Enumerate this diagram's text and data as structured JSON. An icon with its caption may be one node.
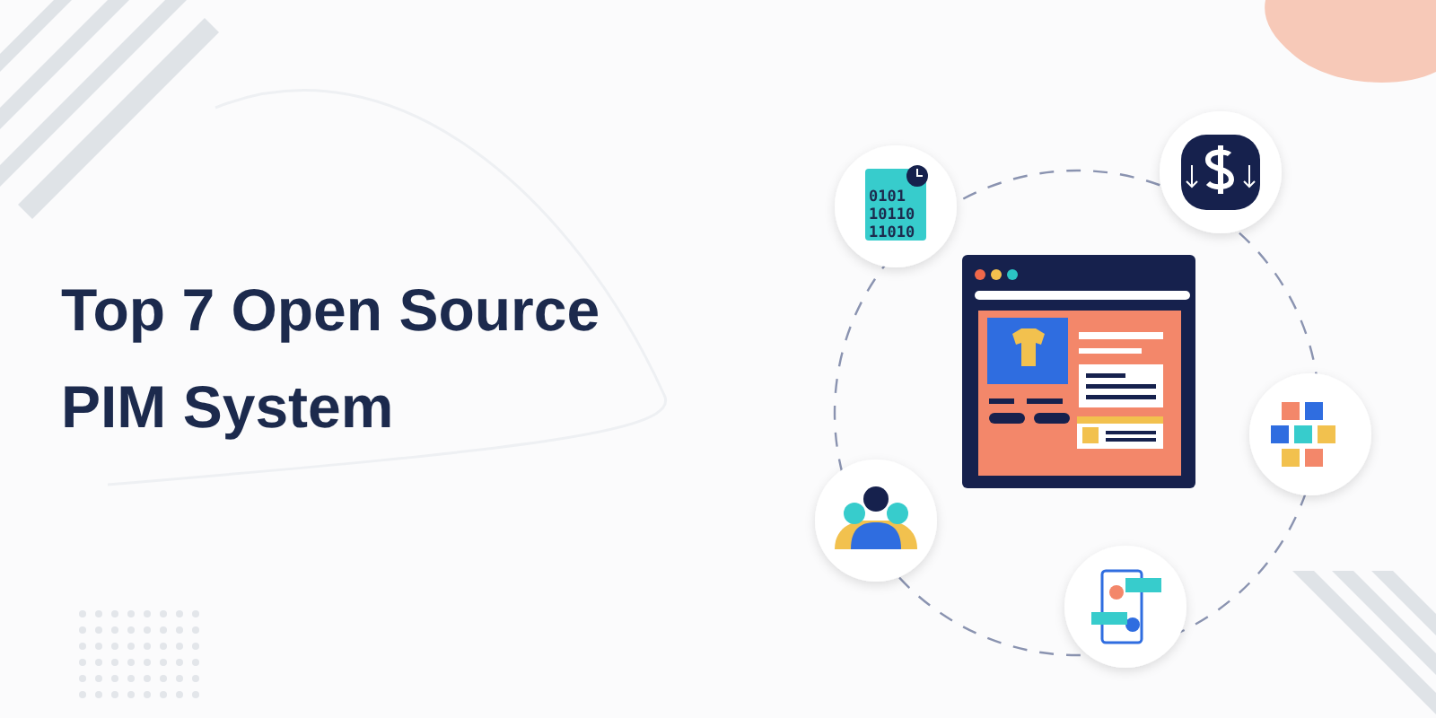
{
  "diagram": {
    "title": "Top 7 Open Source PIM System",
    "labels": [
      "0101",
      "10110",
      "11010"
    ]
  }
}
